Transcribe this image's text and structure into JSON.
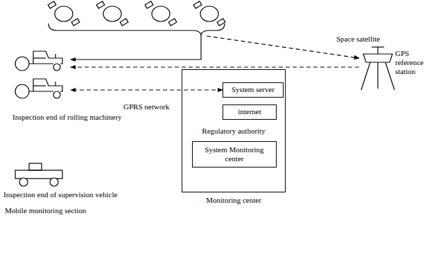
{
  "diagram": {
    "nodes": [
      {
        "text": [
          "Space satellite"
        ]
      },
      {
        "text": [
          "GPS reference station"
        ]
      },
      {
        "text": [
          "Inspection end of rolling machinery"
        ]
      },
      {
        "text": [
          "Regulatory authority",
          "Monitoring center"
        ]
      },
      {
        "text": [
          "System server"
        ],
        "in": 3
      },
      {
        "text": [
          "internet"
        ],
        "in": 3
      },
      {
        "text": [
          "System Monitoring center"
        ],
        "in": 3
      },
      {
        "text": [
          "Inspection end of supervision vehicle"
        ]
      }
    ],
    "edges": [
      {
        "from": 0,
        "to": 2,
        "arrow": "to"
      },
      {
        "from": 0,
        "to": 1,
        "arrow": "to"
      },
      {
        "from": 1,
        "to": 2,
        "arrow": "to"
      },
      {
        "from": 4,
        "to": 2,
        "label": "GPRS network",
        "arrow": "both"
      }
    ],
    "labels": [
      "Mobile monitoring section"
    ]
  }
}
